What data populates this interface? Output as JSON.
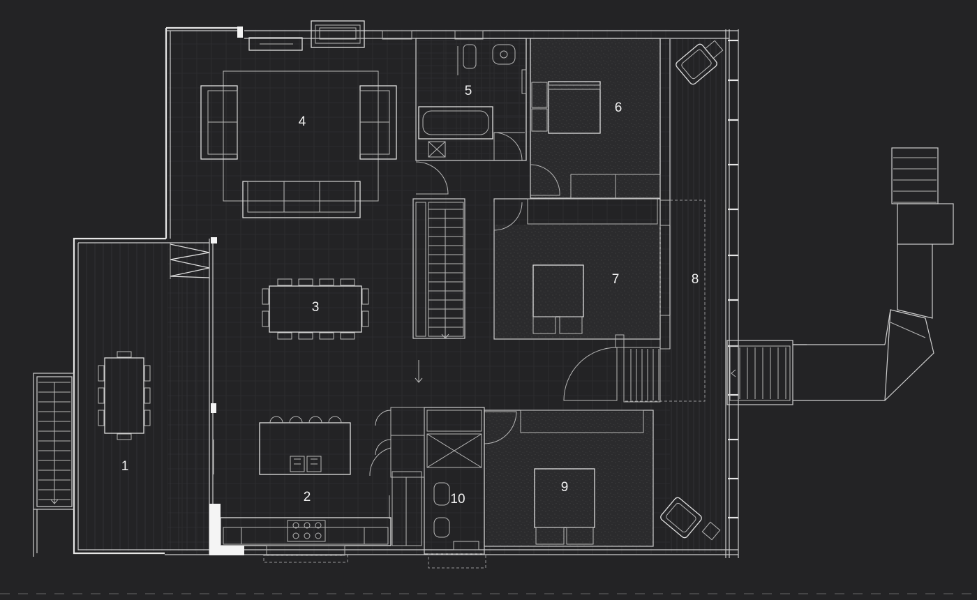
{
  "plan": {
    "rooms": [
      {
        "id": "1",
        "label": "1"
      },
      {
        "id": "2",
        "label": "2"
      },
      {
        "id": "3",
        "label": "3"
      },
      {
        "id": "4",
        "label": "4"
      },
      {
        "id": "5",
        "label": "5"
      },
      {
        "id": "6",
        "label": "6"
      },
      {
        "id": "7",
        "label": "7"
      },
      {
        "id": "8",
        "label": "8"
      },
      {
        "id": "9",
        "label": "9"
      },
      {
        "id": "10",
        "label": "10"
      }
    ],
    "colors": {
      "background": "#232325",
      "lines": "#cfcfcf",
      "labels": "#f2f2f2",
      "carpet": "#2b2b2d"
    }
  }
}
